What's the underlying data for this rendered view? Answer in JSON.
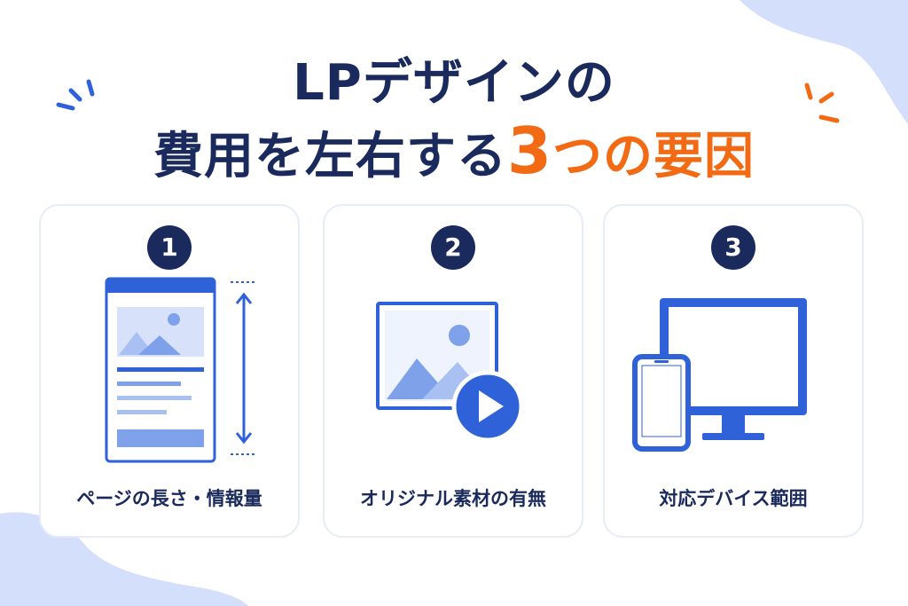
{
  "title": {
    "line1": "LPデザインの",
    "line2_prefix": "費用を左右する",
    "line2_number": "3",
    "line2_suffix": "つの要因"
  },
  "colors": {
    "navy": "#1a2a5c",
    "accent_orange": "#f26a13",
    "icon_blue": "#2f62d9",
    "light_blue": "#a9c0f2",
    "card_border": "#e6ecf8"
  },
  "cards": [
    {
      "number": "1",
      "label": "ページの長さ・情報量",
      "icon": "long-page-icon"
    },
    {
      "number": "2",
      "label": "オリジナル素材の有無",
      "icon": "image-video-icon"
    },
    {
      "number": "3",
      "label": "対応デバイス範囲",
      "icon": "devices-icon"
    }
  ]
}
